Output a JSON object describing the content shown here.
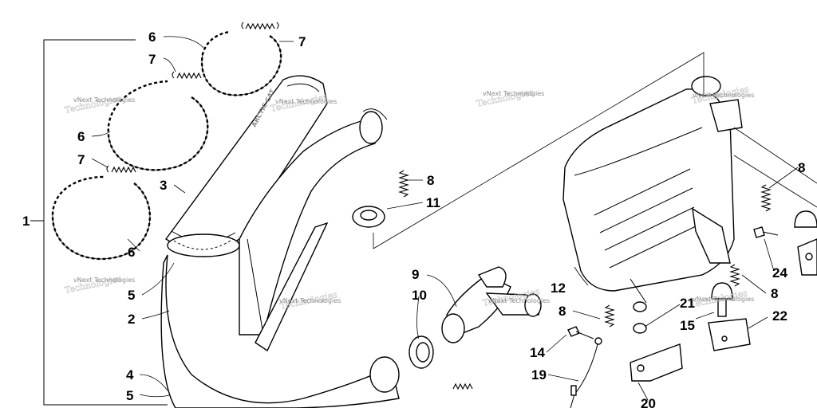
{
  "diagram": {
    "callouts": {
      "c1": "1",
      "c2": "2",
      "c3": "3",
      "c4": "4",
      "c5a": "5",
      "c5b": "5",
      "c6a": "6",
      "c6b": "6",
      "c6c": "6",
      "c7a": "7",
      "c7b": "7",
      "c7c": "7",
      "c8a": "8",
      "c8b": "8",
      "c8c": "8",
      "c8d": "8",
      "c9": "9",
      "c10": "10",
      "c11": "11",
      "c12": "12",
      "c14": "14",
      "c15": "15",
      "c19": "19",
      "c20": "20",
      "c21": "21",
      "c22": "22",
      "c24": "24"
    },
    "watermark_text": "vNext Technologies",
    "watermark_shadow": "Technologies"
  }
}
